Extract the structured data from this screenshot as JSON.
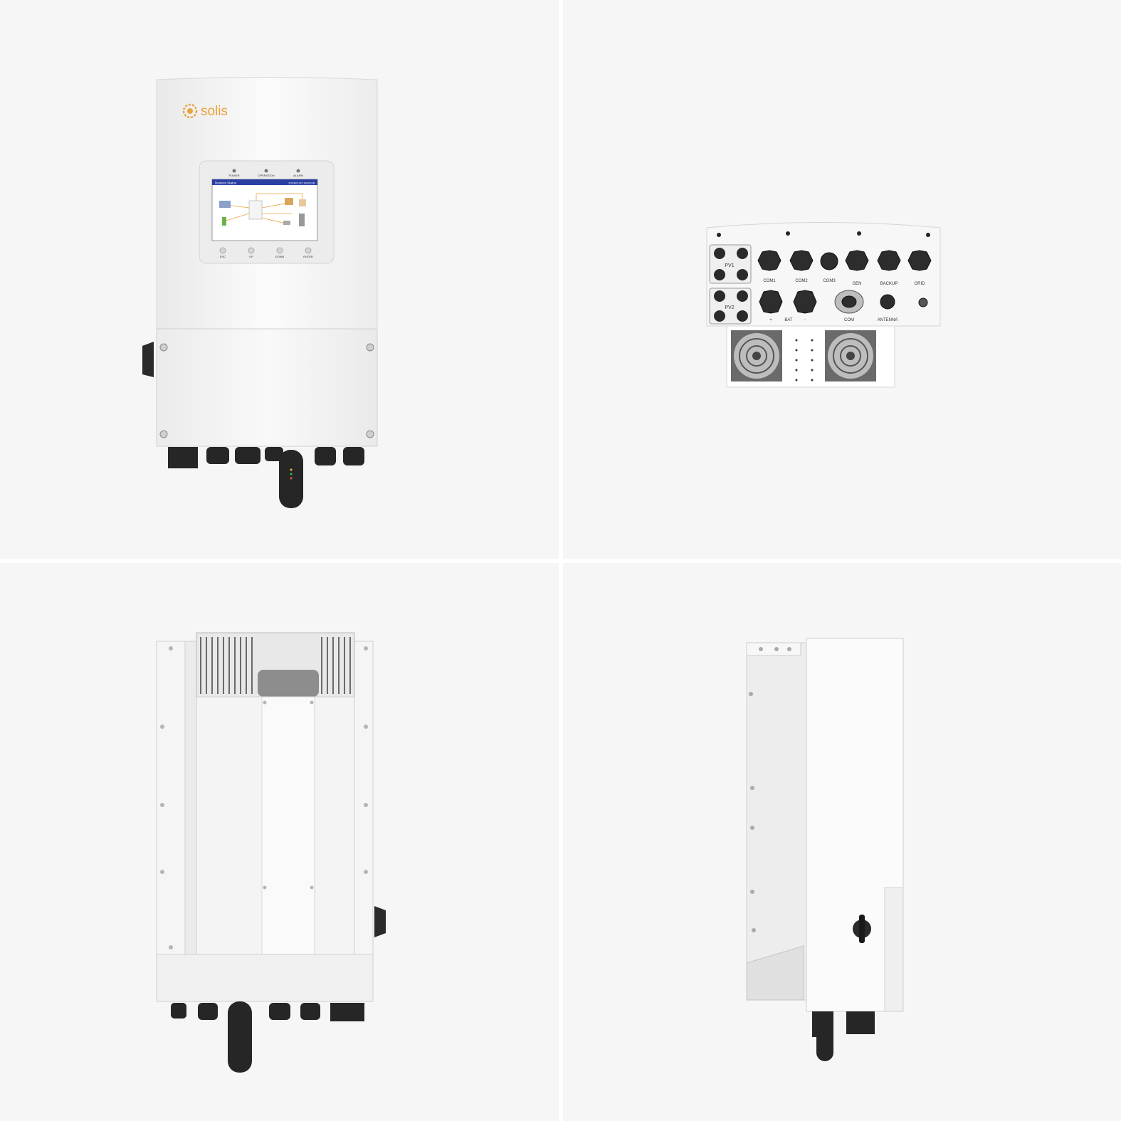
{
  "brand": {
    "name": "solis",
    "accent_color": "#e8a33d"
  },
  "front_view": {
    "indicators": [
      "POWER",
      "OPERATION",
      "ALARM"
    ],
    "screen": {
      "title": "Devices Status",
      "date": "2023/01/02 18:00:08"
    },
    "buttons": [
      "ESC",
      "UP",
      "DOWN",
      "ENTER"
    ]
  },
  "bottom_view": {
    "pv_labels": [
      "PV1",
      "PV2"
    ],
    "ports_top": [
      "COM1",
      "COM2",
      "COM3",
      "GEN",
      "BACKUP",
      "GRID"
    ],
    "ports_bottom": [
      "BAT",
      "COM",
      "ANTENNA"
    ],
    "polarity": [
      "+",
      "-"
    ]
  },
  "colors": {
    "background": "#f6f6f6",
    "divider": "#ffffff",
    "body": "#f2f2f2",
    "screen_header": "#2b3fa3",
    "connector": "#2a2a2a"
  }
}
